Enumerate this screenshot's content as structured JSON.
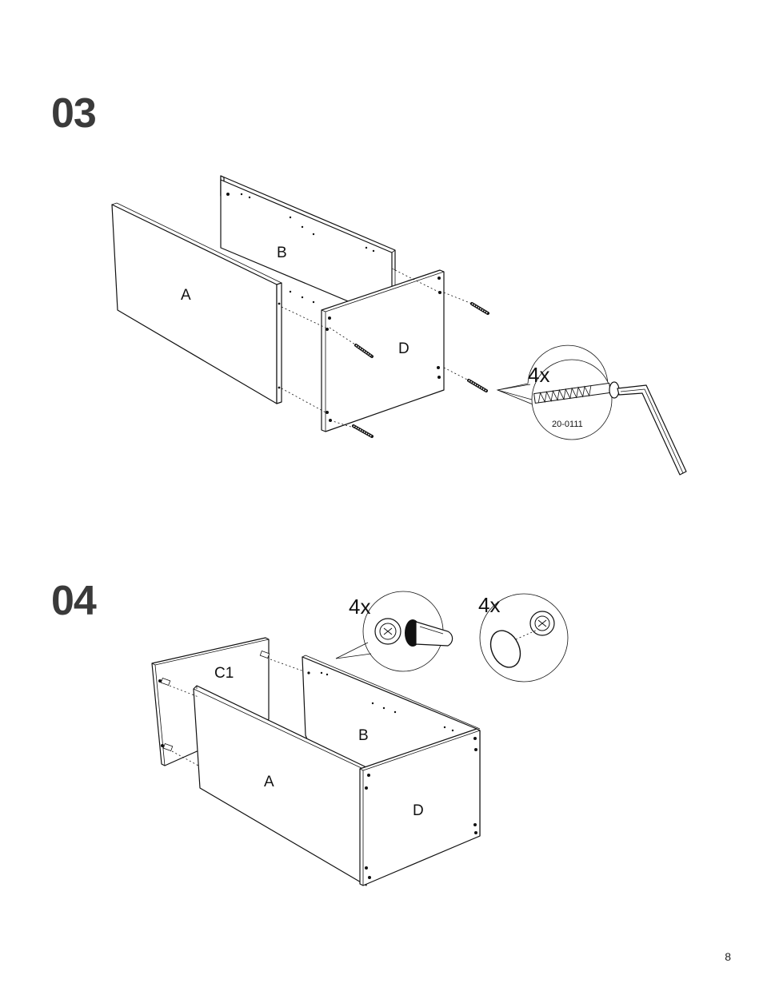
{
  "steps": [
    {
      "number": "03",
      "panels": {
        "a": "A",
        "b": "B",
        "d": "D"
      },
      "callout": {
        "quantity": "4x",
        "part_code": "20-0111",
        "icon": "screw-and-allen-key-icon"
      }
    },
    {
      "number": "04",
      "panels": {
        "c1": "C1",
        "b": "B",
        "a": "A",
        "d": "D"
      },
      "callouts": [
        {
          "quantity": "4x",
          "icon": "cam-lock-screwdriver-icon"
        },
        {
          "quantity": "4x",
          "icon": "cam-cover-cap-icon"
        }
      ]
    }
  ],
  "page_number": "8"
}
